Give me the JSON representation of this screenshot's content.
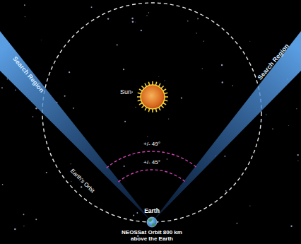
{
  "diagram": {
    "labels": [
      "Search Region",
      "Search Region",
      "Sun",
      "+/- 49°",
      "+/- 45°",
      "Earth's Orbit",
      "Earth",
      "NEOSSat Orbit 800 km above the Earth"
    ]
  }
}
